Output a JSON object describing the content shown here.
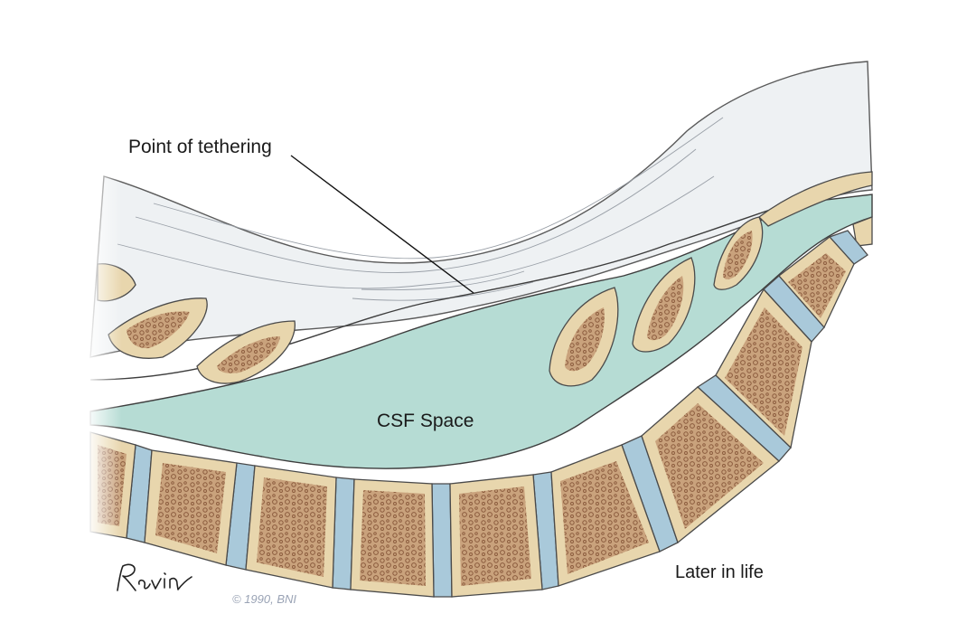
{
  "labels": {
    "point_of_tethering": "Point of tethering",
    "csf_space": "CSF Space",
    "later_in_life": "Later in life"
  },
  "credits": {
    "signature": "Ravin",
    "copyright": "© 1990, BNI"
  },
  "colors": {
    "csf_fluid": "#b6dcd4",
    "bone_fill": "#e8d6ad",
    "bone_texture": "#9a6a4a",
    "disc": "#a9c9da",
    "soft_tissue": "#eef1f3",
    "outline": "#3d3d3d",
    "leader_line": "#111111"
  }
}
